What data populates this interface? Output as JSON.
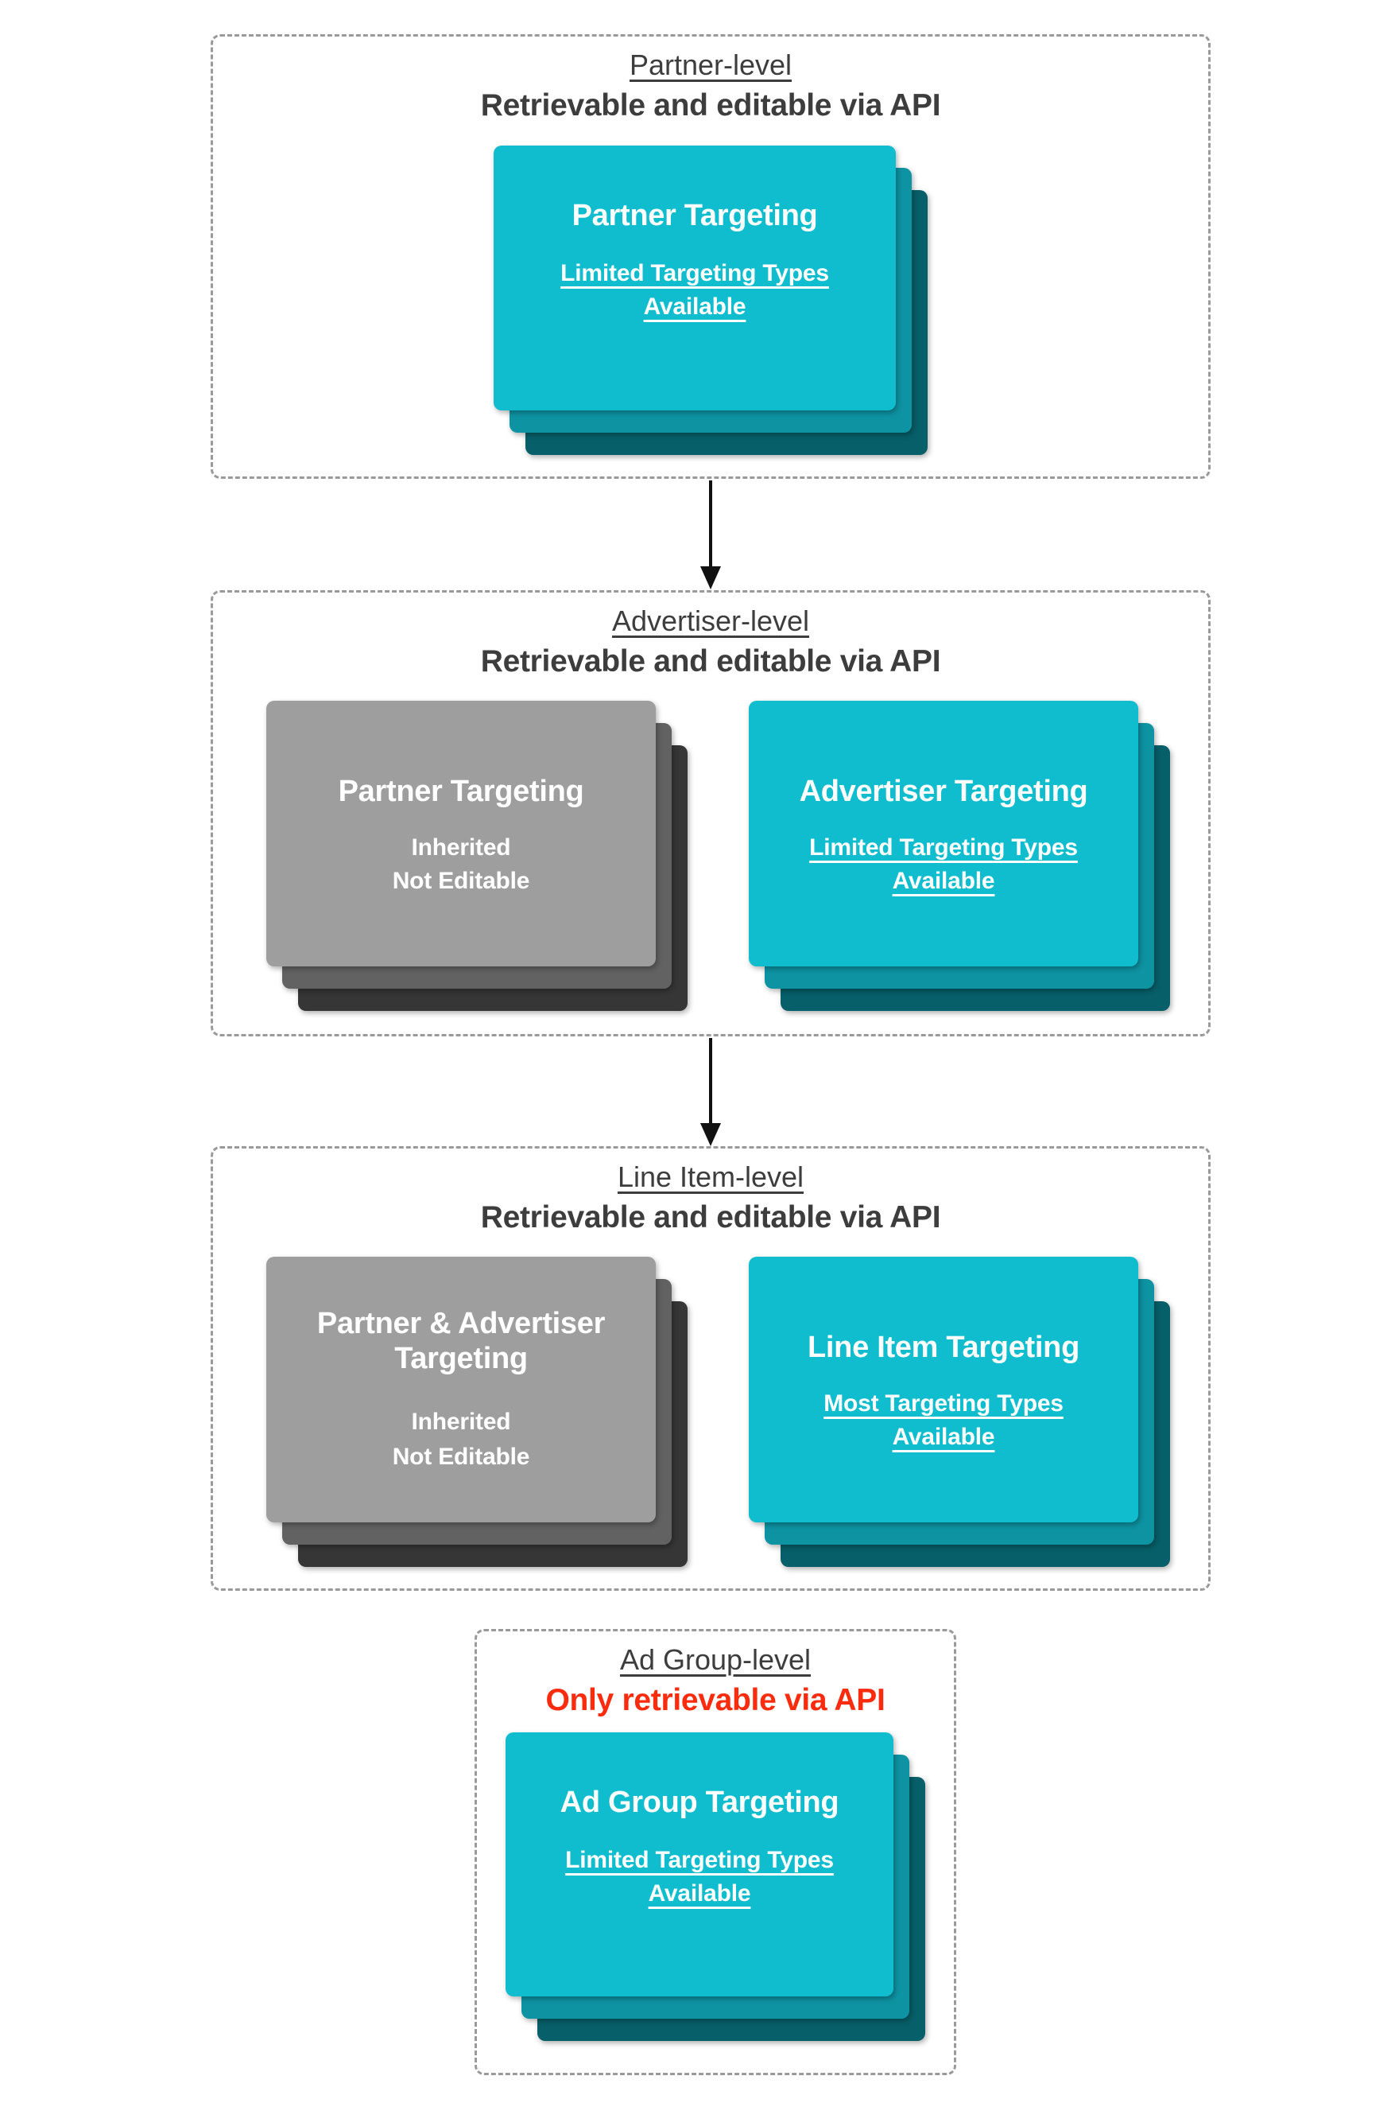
{
  "colors": {
    "cyan1": "#0FBDCF",
    "cyan2": "#0E93A3",
    "cyan3": "#075F69",
    "gray1": "#9E9E9E",
    "gray2": "#626262",
    "gray3": "#363636",
    "ink": "#3D3D3D",
    "red": "#FB2B0E",
    "dash": "#9A9A9A",
    "arrow": "#111111",
    "bg": "#FFFFFF"
  },
  "sections": [
    {
      "id": "partner-level",
      "title": "Partner-level",
      "subtitle": "Retrievable and editable via API",
      "subtitle_style": "dark",
      "cards": [
        {
          "style": "cyan",
          "title": "Partner Targeting",
          "body_lines": [
            "Limited Targeting Types",
            "Available"
          ],
          "body_underline": true
        }
      ]
    },
    {
      "id": "advertiser-level",
      "title": "Advertiser-level",
      "subtitle": "Retrievable and editable via API",
      "subtitle_style": "dark",
      "cards": [
        {
          "style": "gray",
          "title": "Partner Targeting",
          "body_lines": [
            "Inherited",
            "Not Editable"
          ],
          "body_underline": false
        },
        {
          "style": "cyan",
          "title": "Advertiser Targeting",
          "body_lines": [
            "Limited Targeting Types",
            "Available"
          ],
          "body_underline": true
        }
      ]
    },
    {
      "id": "line-item-level",
      "title": "Line Item-level",
      "subtitle": "Retrievable and editable via API",
      "subtitle_style": "dark",
      "cards": [
        {
          "style": "gray",
          "title": "Partner & Advertiser Targeting",
          "body_lines": [
            "Inherited",
            "Not Editable"
          ],
          "body_underline": false
        },
        {
          "style": "cyan",
          "title": "Line Item Targeting",
          "body_lines": [
            "Most Targeting Types",
            "Available"
          ],
          "body_underline": true
        }
      ]
    },
    {
      "id": "ad-group-level",
      "title": "Ad Group-level",
      "subtitle": "Only retrievable via API",
      "subtitle_style": "red",
      "cards": [
        {
          "style": "cyan",
          "title": "Ad Group Targeting",
          "body_lines": [
            "Limited Targeting Types",
            "Available"
          ],
          "body_underline": true
        }
      ]
    }
  ]
}
